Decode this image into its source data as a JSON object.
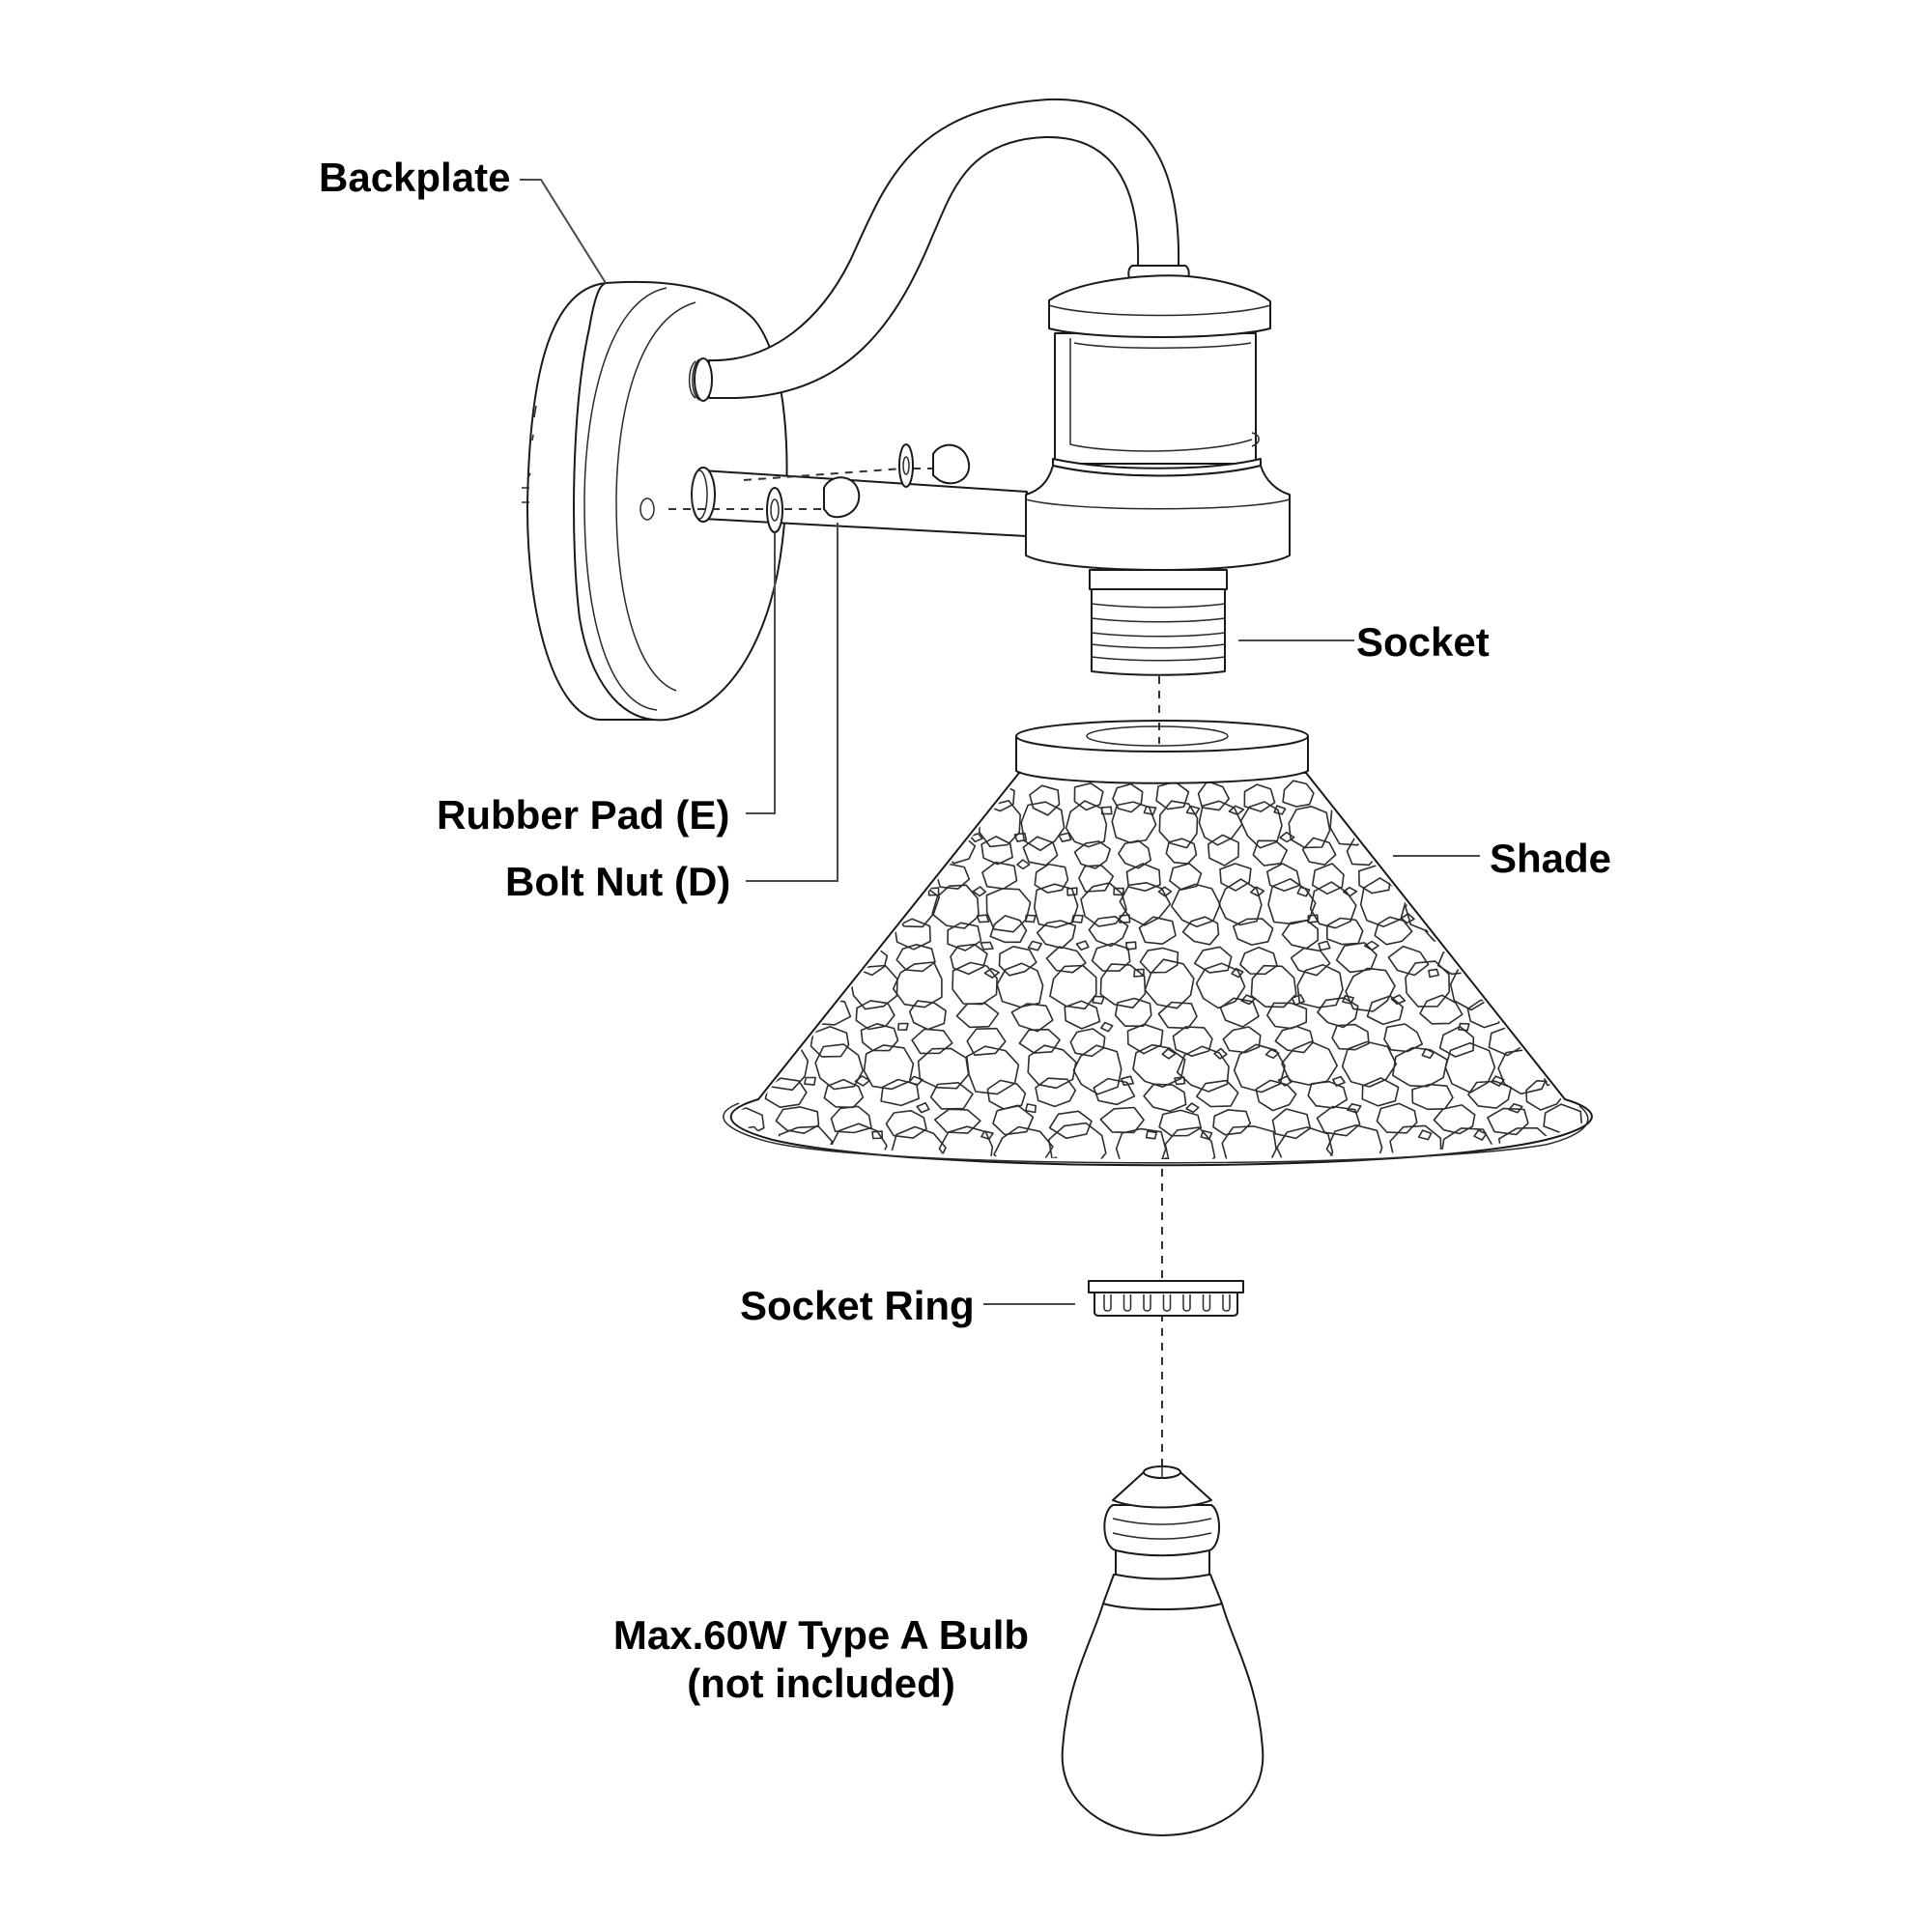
{
  "diagram": {
    "type": "exploded-assembly",
    "colors": {
      "line": "#1a1a1a",
      "leader": "#4a4a4a",
      "label": "#000000",
      "background": "#ffffff"
    },
    "parts": {
      "backplate": {
        "label": "Backplate"
      },
      "socket": {
        "label": "Socket"
      },
      "rubber_pad": {
        "label": "Rubber Pad (E)"
      },
      "bolt_nut": {
        "label": "Bolt Nut (D)"
      },
      "shade": {
        "label": "Shade"
      },
      "socket_ring": {
        "label": "Socket Ring"
      },
      "bulb": {
        "label_line1": "Max.60W Type A Bulb",
        "label_line2": "(not included)"
      }
    }
  }
}
